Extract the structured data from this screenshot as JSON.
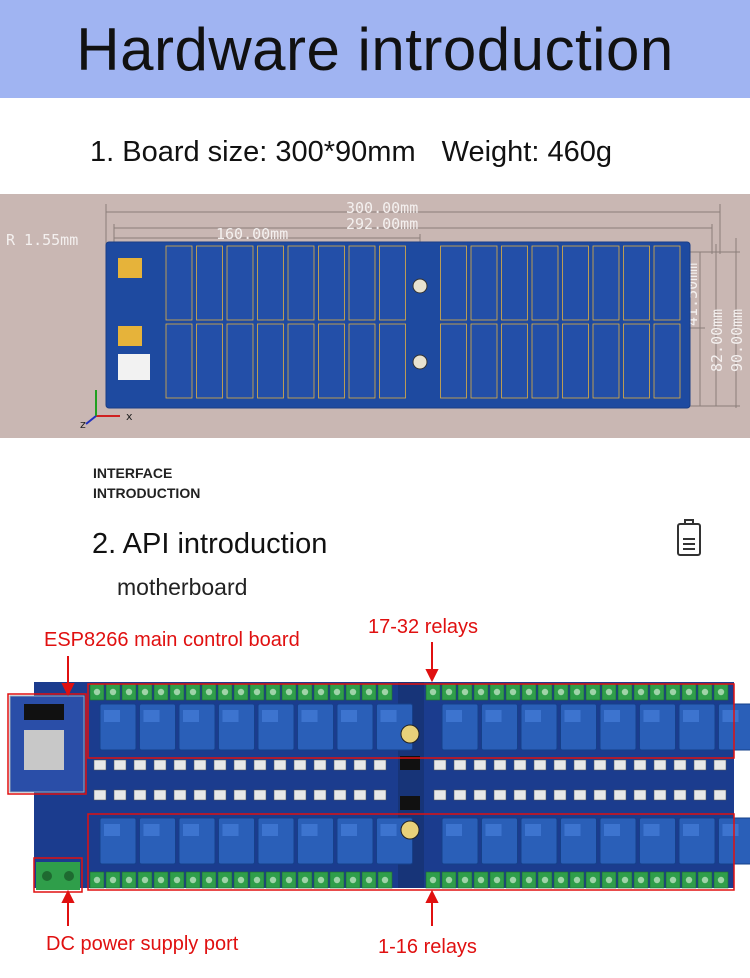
{
  "banner": {
    "title": "Hardware introduction",
    "bg": "#a0b4f2"
  },
  "section1": {
    "heading": "1. Board size: 300*90mm",
    "weight": "Weight: 460g"
  },
  "drawing": {
    "dim_total": "300.00mm",
    "dim_inner": "292.00mm",
    "dim_half": "160.00mm",
    "radius": "R 1.55mm",
    "dim_height_a": "41.50mm",
    "dim_height_b": "82.00mm",
    "dim_height_c": "90.00mm",
    "axis_x": "x",
    "axis_z": "z"
  },
  "interface": {
    "line1": "INTERFACE",
    "line2": "INTRODUCTION"
  },
  "section2": {
    "heading": "2. API introduction",
    "sub": "motherboard"
  },
  "labels": {
    "esp": "ESP8266 main control board",
    "relays_top": "17-32 relays",
    "dc": "DC power supply port",
    "relays_bottom": "1-16 relays"
  },
  "colors": {
    "accent_red": "#e01010",
    "relay_blue": "#2a5fb8",
    "terminal_green": "#2f9e4a",
    "pcb_blue": "#1d3f8f"
  },
  "icons": {
    "battery": "battery-icon"
  }
}
